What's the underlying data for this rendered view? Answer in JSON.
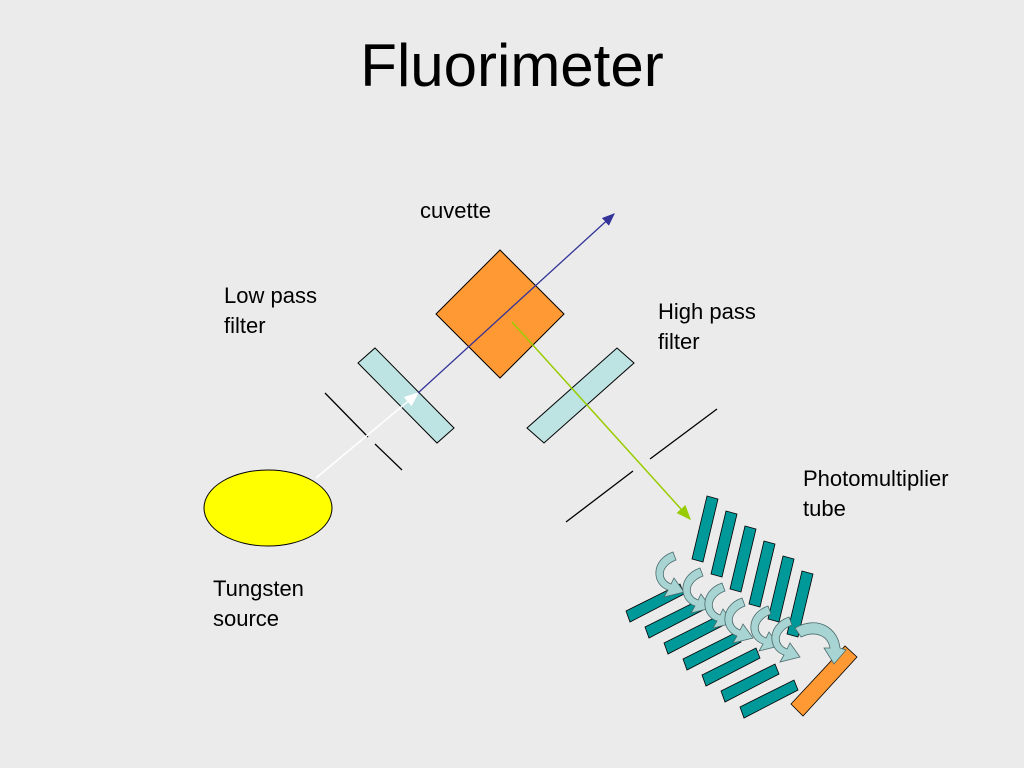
{
  "title": "Fluorimeter",
  "labels": {
    "cuvette": "cuvette",
    "low_pass": [
      "Low pass",
      "filter"
    ],
    "high_pass": [
      "High pass",
      "filter"
    ],
    "photomultiplier": [
      "Photomultiplier",
      "tube"
    ],
    "tungsten": [
      "Tungsten",
      "source"
    ]
  },
  "colors": {
    "background": "#ebebeb",
    "source": "#ffff00",
    "cuvette": "#ff9933",
    "filter": "#bde3e3",
    "dynode": "#009999",
    "anode": "#ff9933",
    "excitation_beam": "#333399",
    "incident_beam": "#ffffff",
    "emission_beam": "#99cc00",
    "electron_arrow": "#a9d4d4"
  }
}
